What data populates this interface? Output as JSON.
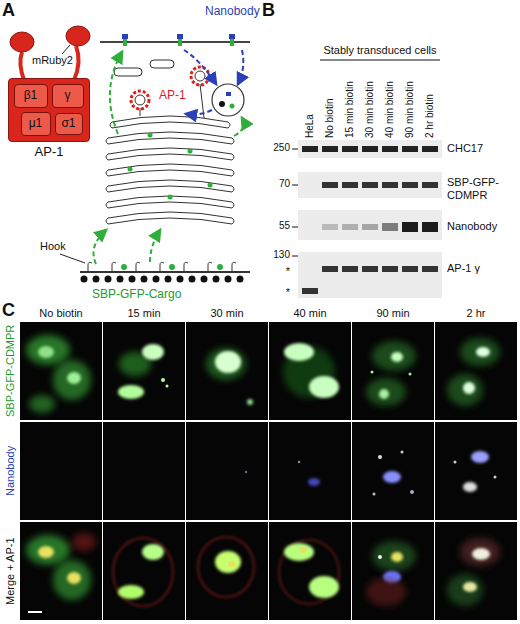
{
  "diagram": {
    "nodes": [
      {
        "text": [
          "AP-1"
        ]
      },
      {
        "text": [
          "β1"
        ],
        "in": 0
      },
      {
        "text": [
          "γ"
        ],
        "in": 0
      },
      {
        "text": [
          "μ1"
        ],
        "in": 0
      },
      {
        "text": [
          "σ1"
        ],
        "in": 0
      }
    ],
    "labels": [
      "A",
      "Nanobody",
      "mRuby2",
      "AP-1",
      "Hook",
      "SBP-GFP-Cargo",
      "B",
      "Stably transduced cells",
      "HeLa",
      "No biotin",
      "15 min biotin",
      "30 min biotin",
      "40 min biotin",
      "90 min biotin",
      "2 hr biotin",
      "250",
      "70",
      "55",
      "130",
      "*",
      "*",
      "CHC17",
      "SBP-GFP-CDMPR",
      "Nanobody",
      "AP-1 γ",
      "C",
      "No biotin",
      "15 min",
      "30 min",
      "40 min",
      "90 min",
      "2 hr",
      "SBP-GFP-CDMPR",
      "Nanobody",
      "Merge + AP-1"
    ]
  }
}
